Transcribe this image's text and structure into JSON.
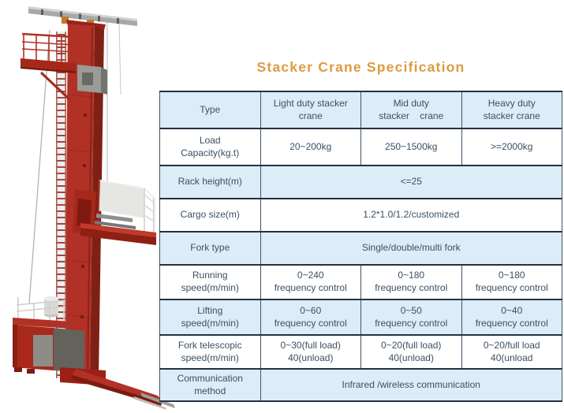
{
  "title": "Stacker Crane Specification",
  "colors": {
    "accent_orange": "#DD9B40",
    "row_blue": "#DDEDF8",
    "row_white": "#FFFFFF",
    "border_dark": "#26313F",
    "text": "#3D4F61",
    "crane_red": "#B13126"
  },
  "illustration": {
    "name": "stacker-crane-illustration"
  },
  "table": {
    "header": {
      "type_label": "Type",
      "columns": [
        "Light duty stacker\ncrane",
        "Mid duty\nstacker    crane",
        "Heavy duty\nstacker crane"
      ]
    },
    "rows": [
      {
        "label": "Load\nCapacity(kg.t)",
        "cells": [
          "20~200kg",
          "250~1500kg",
          ">=2000kg"
        ]
      },
      {
        "label": "Rack height(m)",
        "merged_value": "<=25"
      },
      {
        "label": "Cargo size(m)",
        "merged_value": "1.2*1.0/1.2/customized"
      },
      {
        "label": "Fork type",
        "merged_value": "Single/double/multi fork"
      },
      {
        "label": "Running\nspeed(m/min)",
        "cells": [
          "0~240\nfrequency control",
          "0~180\nfrequency control",
          "0~180\nfrequency control"
        ]
      },
      {
        "label": "Lifting\nspeed(m/min)",
        "cells": [
          "0~60\nfrequency control",
          "0~50\nfrequency control",
          "0~40\nfrequency control"
        ]
      },
      {
        "label": "Fork telescopic\nspeed(m/min)",
        "cells": [
          "0~30(full load)\n40(unload)",
          "0~20(full load)\n40(unload)",
          "0~20/full load\n40(unload"
        ]
      },
      {
        "label": "Communication\nmethod",
        "merged_value": "Infrared /wireless communication"
      }
    ]
  }
}
